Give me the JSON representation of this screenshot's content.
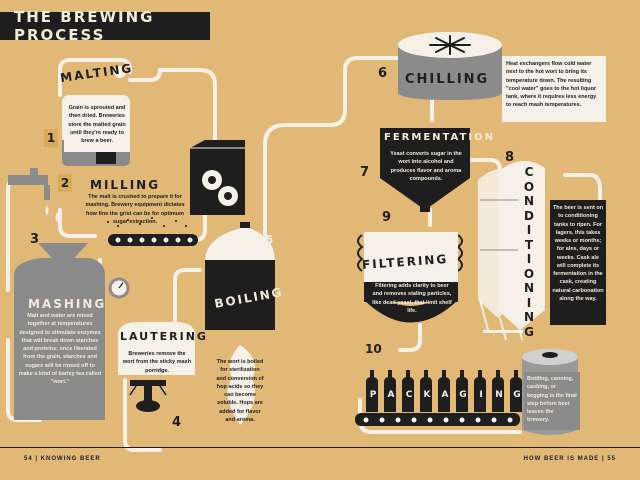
{
  "title": "THE BREWING PROCESS",
  "steps": {
    "malting": {
      "number": "1",
      "label": "MALTING",
      "text": "Grain is sprouted and then dried. Breweries store the malted grain until they're ready to brew a beer."
    },
    "milling": {
      "number": "2",
      "label": "MILLING",
      "text": "The malt is crushed to prepare it for mashing. Brewery equipment dictates how fine the grist can be for optimum sugar extraction."
    },
    "mashing": {
      "number": "3",
      "label": "MASHING",
      "text": "Malt and water are mixed together at temperatures designed to stimulate enzymes that will break down starches and proteins; once liberated from the grain, starches and sugars will be rinsed off to make a kind of barley tea called \"wort.\""
    },
    "lautering": {
      "number": "4",
      "label": "LAUTERING",
      "text": "Breweries remove the wort from the sticky mash porridge."
    },
    "boiling": {
      "number": "5",
      "label": "BOILING",
      "text": "The wort is boiled for sterilization and conversion of hop acids so they can become soluble. Hops are added for flavor and aroma."
    },
    "chilling": {
      "number": "6",
      "label": "CHILLING",
      "text": "Heat exchangers flow cold water next to the hot wort to bring its temperature down. The resulting \"cool water\" goes to the hot liquor tank, where it requires less energy to reach mash temperatures."
    },
    "fermentation": {
      "number": "7",
      "label": "FERMENTATION",
      "text": "Yeast converts sugar in the wort into alcohol and produces flavor and aroma compounds."
    },
    "conditioning": {
      "number": "8",
      "label": "CONDITIONING",
      "text": "The beer is sent on to conditioning tanks to ripen. For lagers, this takes weeks or months; for ales, days or weeks. Cask ale will complete its fermentation in the cask, creating natural carbonation along the way."
    },
    "filtering": {
      "number": "9",
      "label": "FILTERING",
      "text": "Filtering adds clarity to beer and removes staling particles, like dead yeast, that limit shelf life."
    },
    "packaging": {
      "number": "10",
      "label": "PACKAGING",
      "text": "Bottling, canning, casking, or kegging is the final step before beer leaves the brewery."
    }
  },
  "footer": {
    "left": "54  |  KNOWING BEER",
    "right": "HOW BEER IS MADE  |  55"
  },
  "colors": {
    "background": "#e2b877",
    "dark": "#1e1e1e",
    "cream": "#f5f1e8",
    "grey": "#8b8b8b",
    "accent": "#d9ab59"
  }
}
